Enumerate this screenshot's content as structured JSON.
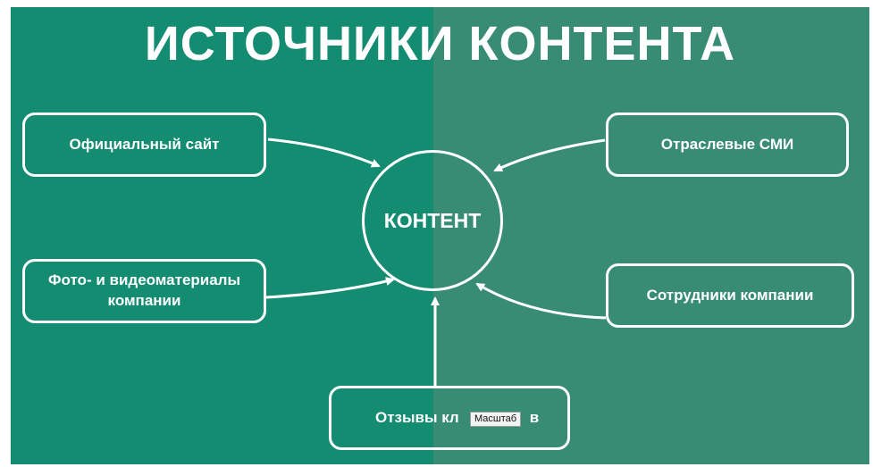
{
  "colors": {
    "bg_left": "#138c72",
    "bg_right": "#388c74",
    "stroke": "#ffffff"
  },
  "title": "ИСТОЧНИКИ КОНТЕНТА",
  "center": {
    "label": "КОНТЕНТ"
  },
  "sources": {
    "official_site": "Официальный сайт",
    "industry_media": "Отраслевые СМИ",
    "photo_video_line1": "Фото- и видеоматериалы",
    "photo_video_line2": "компании",
    "employees": "Сотрудники компании",
    "reviews": "Отзывы кл",
    "reviews_tail": "в"
  },
  "tooltip": {
    "label": "Масштаб"
  }
}
